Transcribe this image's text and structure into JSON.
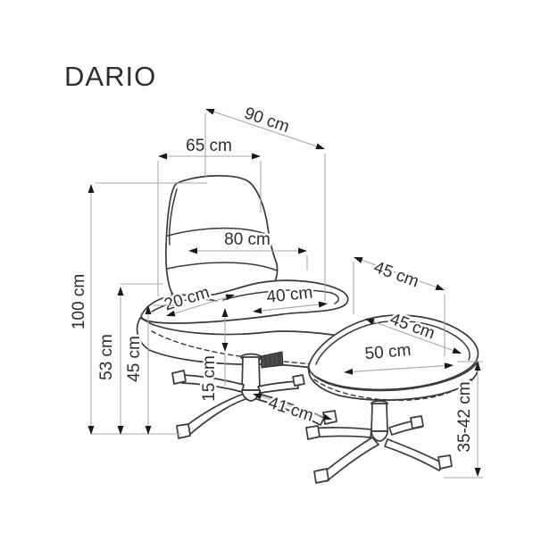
{
  "title": "DARIO",
  "figure": {
    "type": "furniture-dimension-diagram",
    "items": [
      "recliner armchair with swivel star base",
      "footstool with swivel star base"
    ],
    "unit": "cm"
  },
  "colors": {
    "background": "#ffffff",
    "line_art": "#3a3a3a",
    "dimension_line": "#a8a8a8",
    "arrowhead": "#1a1a1a",
    "label_text": "#2d2d2d"
  },
  "dimensions": {
    "armchair": {
      "width": "65 cm",
      "depth": "90 cm",
      "backrest_width": "80 cm",
      "seat_width": "40 cm",
      "armrest_width": "20 cm",
      "height": "100 cm",
      "armrest_height": "53 cm",
      "seat_height": "45 cm",
      "base_height": "15 cm",
      "base_span": "41 cm"
    },
    "footstool": {
      "depth": "45 cm",
      "top_depth": "45 cm",
      "top_width": "50 cm",
      "height": "35-42 cm"
    }
  }
}
